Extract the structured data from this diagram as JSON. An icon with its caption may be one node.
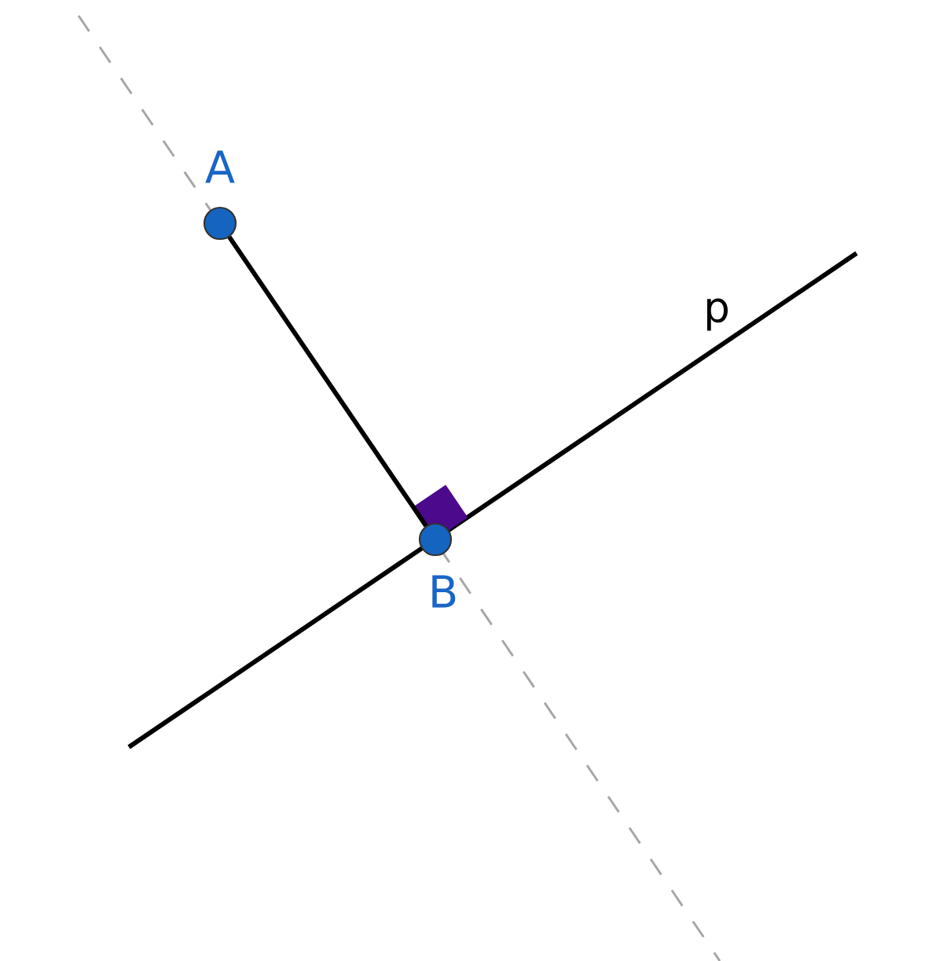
{
  "diagram": {
    "nodes": [
      {
        "text": [],
        "shape": "circle",
        "beside": [
          "A"
        ]
      },
      {
        "text": [],
        "shape": "circle",
        "beside": [
          "B"
        ]
      }
    ],
    "edges": [
      {
        "from": 0,
        "to": 1,
        "arrow": "none"
      }
    ],
    "labels": [
      "p"
    ]
  }
}
